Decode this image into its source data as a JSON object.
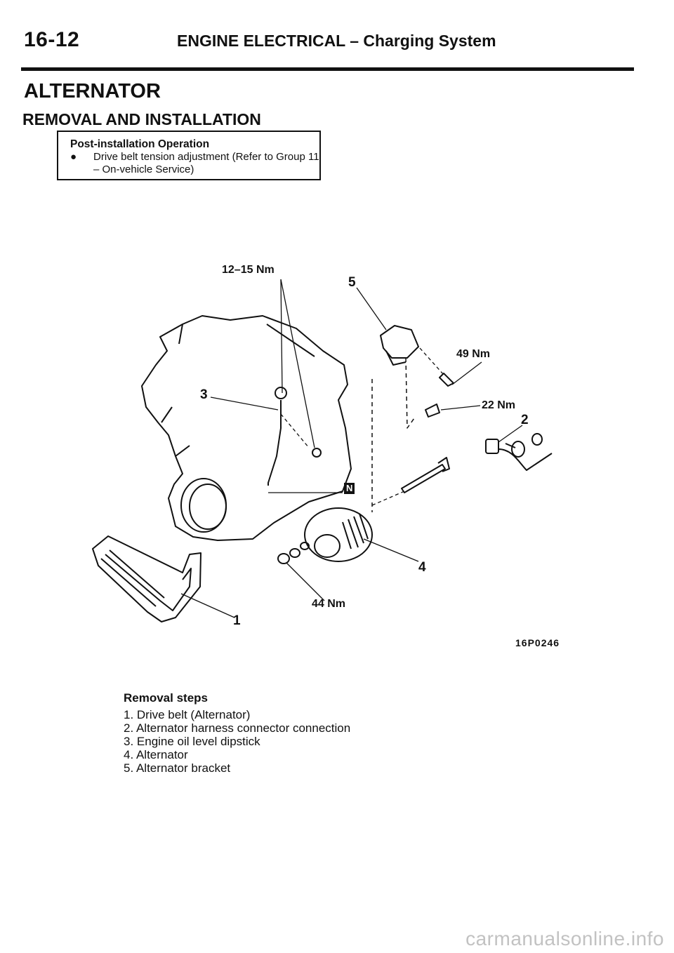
{
  "header": {
    "page_number": "16-12",
    "title": "ENGINE ELECTRICAL – Charging System"
  },
  "section_title": "ALTERNATOR",
  "subsection_title": "REMOVAL AND INSTALLATION",
  "note_box": {
    "heading": "Post-installation Operation",
    "bullet": "●",
    "line1": "Drive belt tension adjustment (Refer to Group 11",
    "line2": "– On-vehicle Service)"
  },
  "diagram": {
    "labels": {
      "torque_12_15": "12–15 Nm",
      "torque_49": "49 Nm",
      "torque_22": "22 Nm",
      "torque_44": "44 Nm"
    },
    "part_numbers": {
      "p1": "1",
      "p2": "2",
      "p3": "3",
      "p4": "4",
      "p5": "5"
    },
    "n_symbol": "N",
    "figure_code": "16P0246"
  },
  "removal_steps": {
    "heading": "Removal steps",
    "items": [
      "1. Drive belt (Alternator)",
      "2. Alternator harness connector connection",
      "3. Engine oil level dipstick",
      "4. Alternator",
      "5. Alternator bracket"
    ]
  },
  "watermark": "carmanualsonline.info"
}
